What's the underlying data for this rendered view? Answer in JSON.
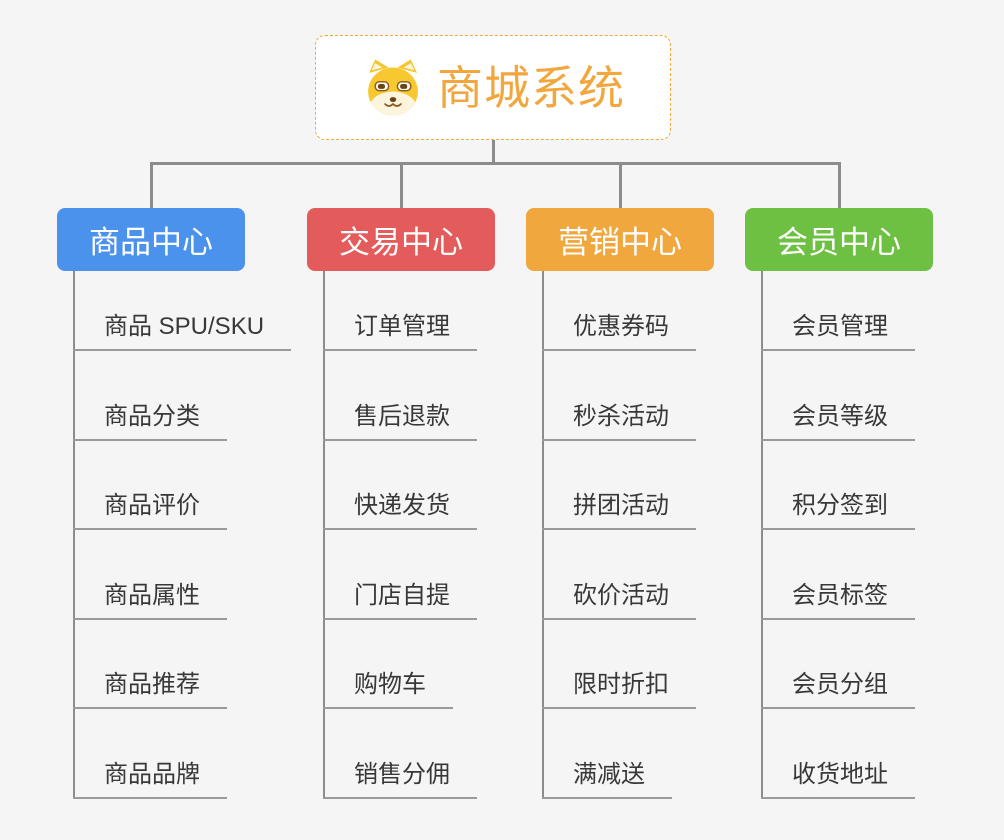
{
  "root": {
    "title": "商城系统",
    "icon": "dog-face-icon"
  },
  "colors": {
    "accent": "#f1a63e",
    "background": "#f5f5f5",
    "connector": "#8c8c8c",
    "underline": "#9a9a9a",
    "leaf_text": "#383838"
  },
  "columns": [
    {
      "label": "商品中心",
      "color": "#4a92ec",
      "items": [
        "商品 SPU/SKU",
        "商品分类",
        "商品评价",
        "商品属性",
        "商品推荐",
        "商品品牌"
      ]
    },
    {
      "label": "交易中心",
      "color": "#e45b5b",
      "items": [
        "订单管理",
        "售后退款",
        "快递发货",
        "门店自提",
        "购物车",
        "销售分佣"
      ]
    },
    {
      "label": "营销中心",
      "color": "#efa73e",
      "items": [
        "优惠券码",
        "秒杀活动",
        "拼团活动",
        "砍价活动",
        "限时折扣",
        "满减送"
      ]
    },
    {
      "label": "会员中心",
      "color": "#6dc042",
      "items": [
        "会员管理",
        "会员等级",
        "积分签到",
        "会员标签",
        "会员分组",
        "收货地址"
      ]
    }
  ]
}
